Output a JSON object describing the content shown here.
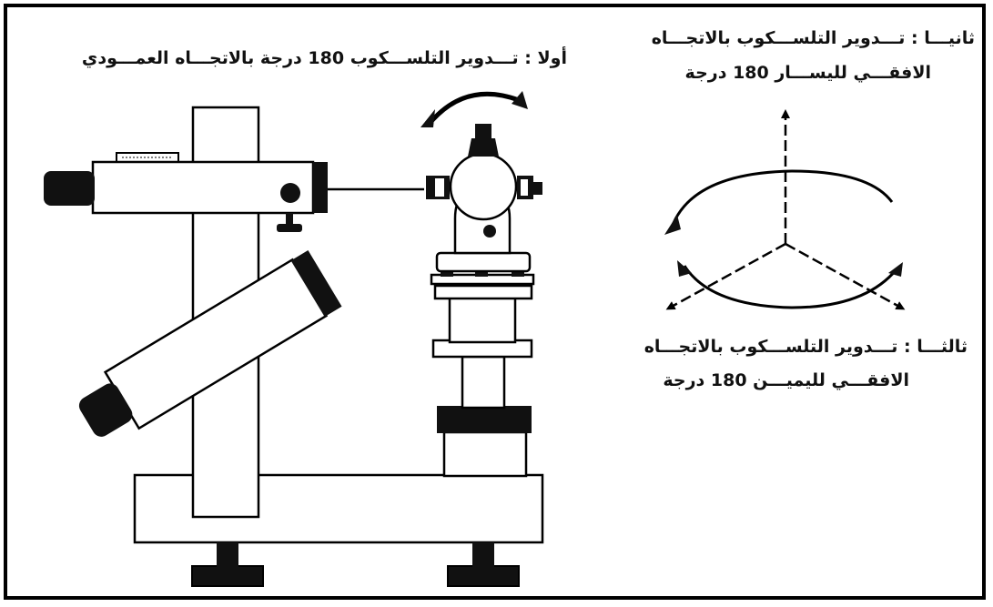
{
  "labels": {
    "first_line1": "أولا : تـــدوير التلســـكوب 180 درجة بالاتجـــاه العمـــودي",
    "second_line1": "ثانيـــا : تـــدوير التلســـكوب بالاتجـــاه",
    "second_line2": "الافقـــي لليســـار 180 درجة",
    "third_line1": "ثالثـــا : تـــدوير التلســـكوب بالاتجـــاه",
    "third_line2": "الافقـــي لليميـــن 180 درجة"
  }
}
